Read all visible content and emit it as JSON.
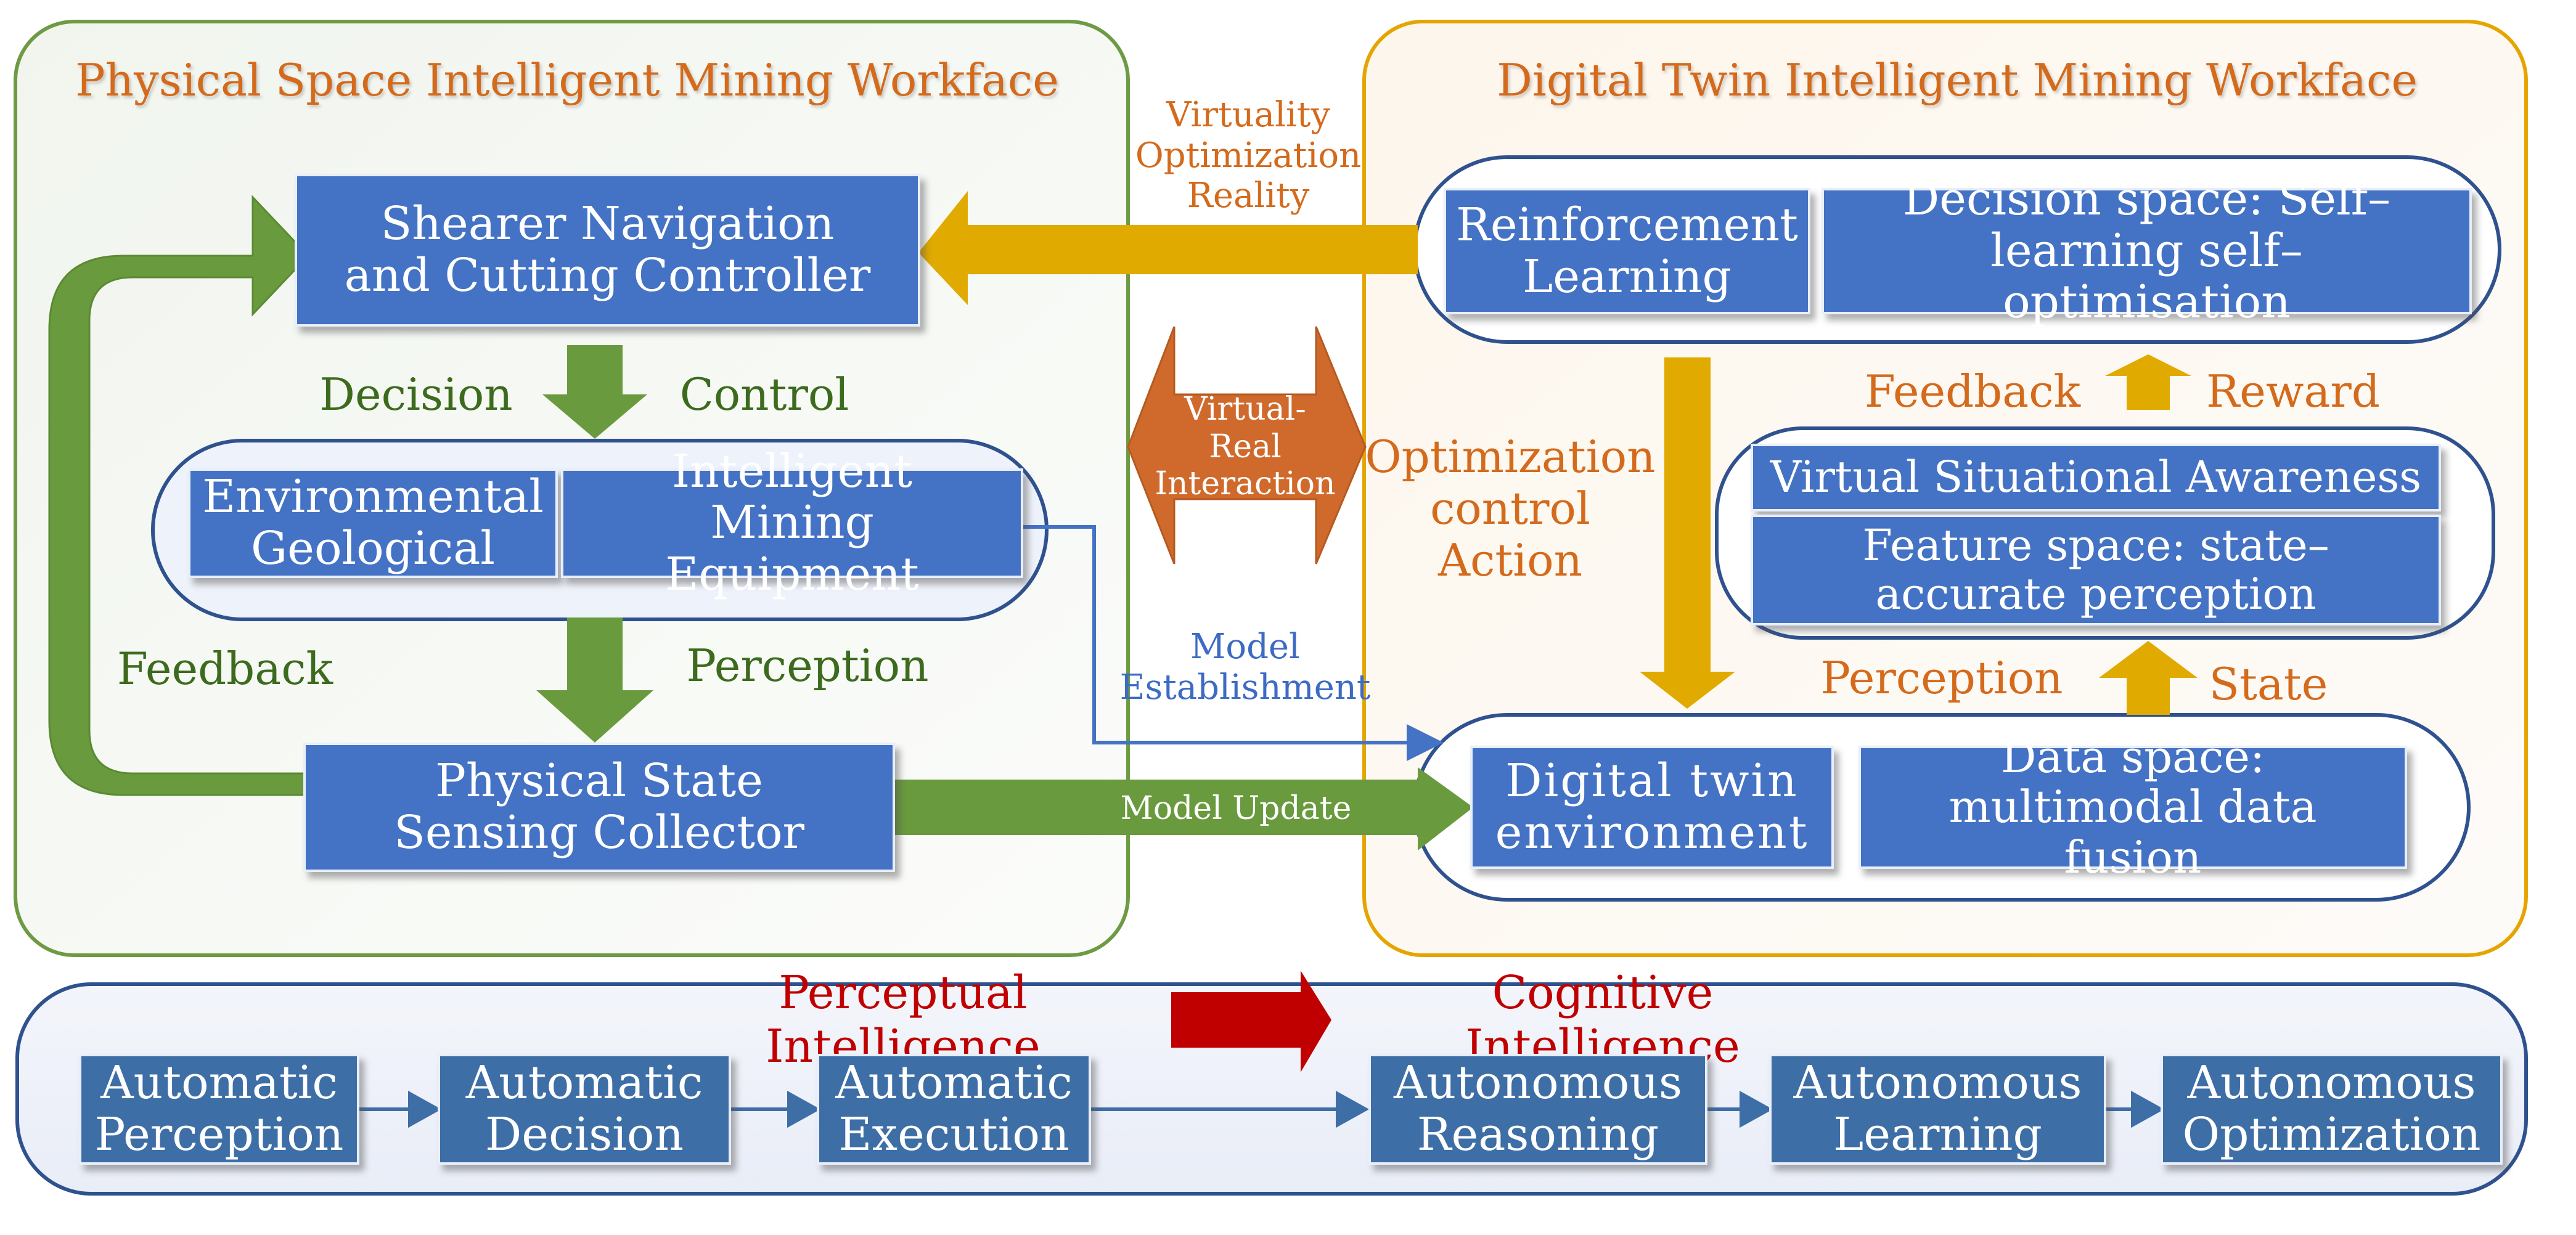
{
  "colors": {
    "green": "#6a9a3e",
    "gold": "#e0aa00",
    "orange_arrow": "#cf6a2c",
    "blue_box": "#4472c4",
    "dark_blue": "#2f528f",
    "red_arrow": "#c00000",
    "panel_left_border": "#6e9a44",
    "panel_right_border": "#e5a500"
  },
  "physical_panel": {
    "title": "Physical Space Intelligent Mining Workface",
    "shearer_controller": "Shearer Navigation and Cutting Controller",
    "decision_label": "Decision",
    "control_label": "Control",
    "environmental_geological": "Environmental Geological",
    "intelligent_equipment": "Intelligent Mining Equipment",
    "feedback_label": "Feedback",
    "perception_label": "Perception",
    "sensing_collector": "Physical State Sensing Collector"
  },
  "middle": {
    "virtuality_optimization_reality": "Virtuality Optimization Reality",
    "virtual_real_interaction": "Virtual-Real Interaction",
    "optimization_control_action": "Optimization control Action",
    "model_establishment": "Model Establishment",
    "model_update": "Model Update"
  },
  "digital_panel": {
    "title": "Digital Twin Intelligent Mining Workface",
    "reinforcement_learning": "Reinforcement Learning",
    "decision_space": "Decision space: Self–learning  self–optimisation",
    "feedback_label": "Feedback",
    "reward_label": "Reward",
    "virtual_situational_awareness": "Virtual Situational Awareness",
    "feature_space": "Feature space: state–accurate perception",
    "perception_label": "Perception",
    "state_label": "State",
    "digital_twin_environment": "Digital twin environment",
    "data_space": "Data space: multimodal data fusion"
  },
  "bottom_panel": {
    "perceptual_intelligence": "Perceptual Intelligence",
    "cognitive_intelligence": "Cognitive Intelligence",
    "stages": [
      "Automatic Perception",
      "Automatic Decision",
      "Automatic Execution",
      "Autonomous Reasoning",
      "Autonomous Learning",
      "Autonomous Optimization"
    ]
  }
}
